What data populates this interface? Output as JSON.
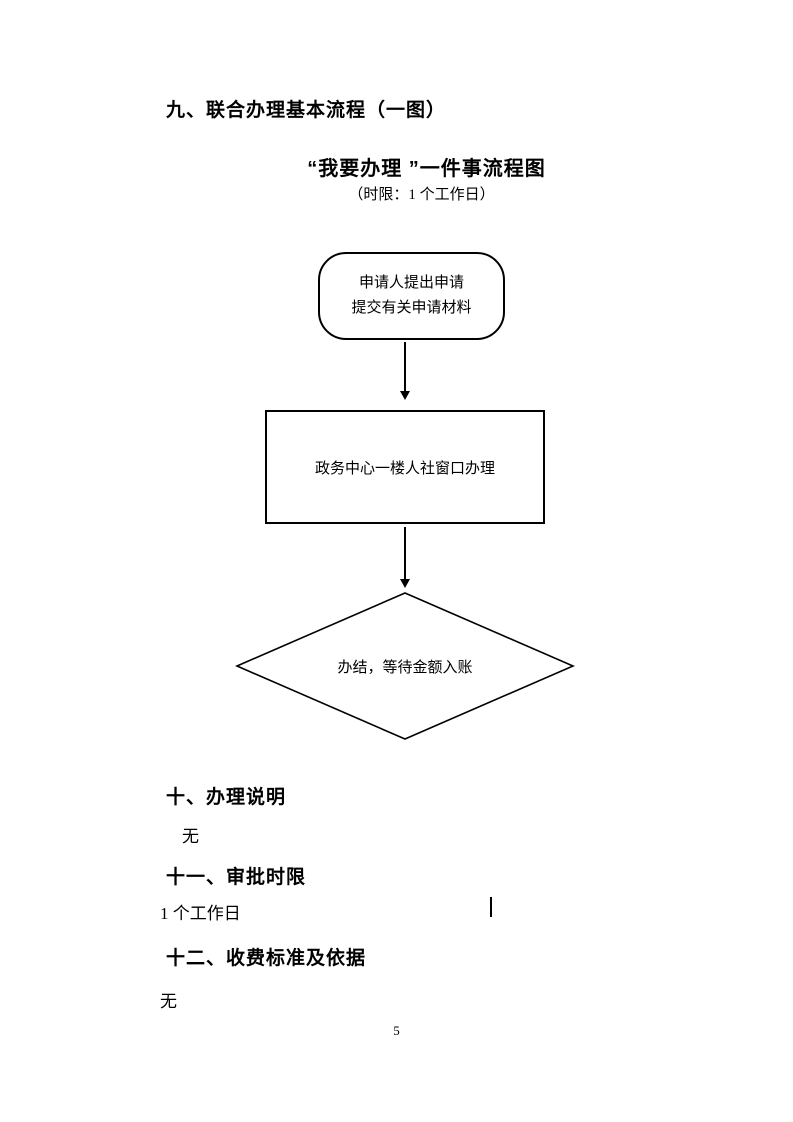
{
  "sections": {
    "nine": {
      "title": "九、联合办理基本流程（一图）"
    },
    "ten": {
      "title": "十、办理说明",
      "body": "无"
    },
    "eleven": {
      "title": "十一、审批时限",
      "body": "1 个工作日"
    },
    "twelve": {
      "title": "十二、收费标准及依据",
      "body": "无"
    }
  },
  "flowchart": {
    "title": "“我要办理 ”一件事流程图",
    "subtitle": "（时限：1 个工作日）",
    "nodes": {
      "start_line1": "申请人提出申请",
      "start_line2": "提交有关申请材料",
      "process": "政务中心一楼人社窗口办理",
      "decision": "办结，等待金额入账"
    }
  },
  "footer": {
    "page_number": "5"
  }
}
